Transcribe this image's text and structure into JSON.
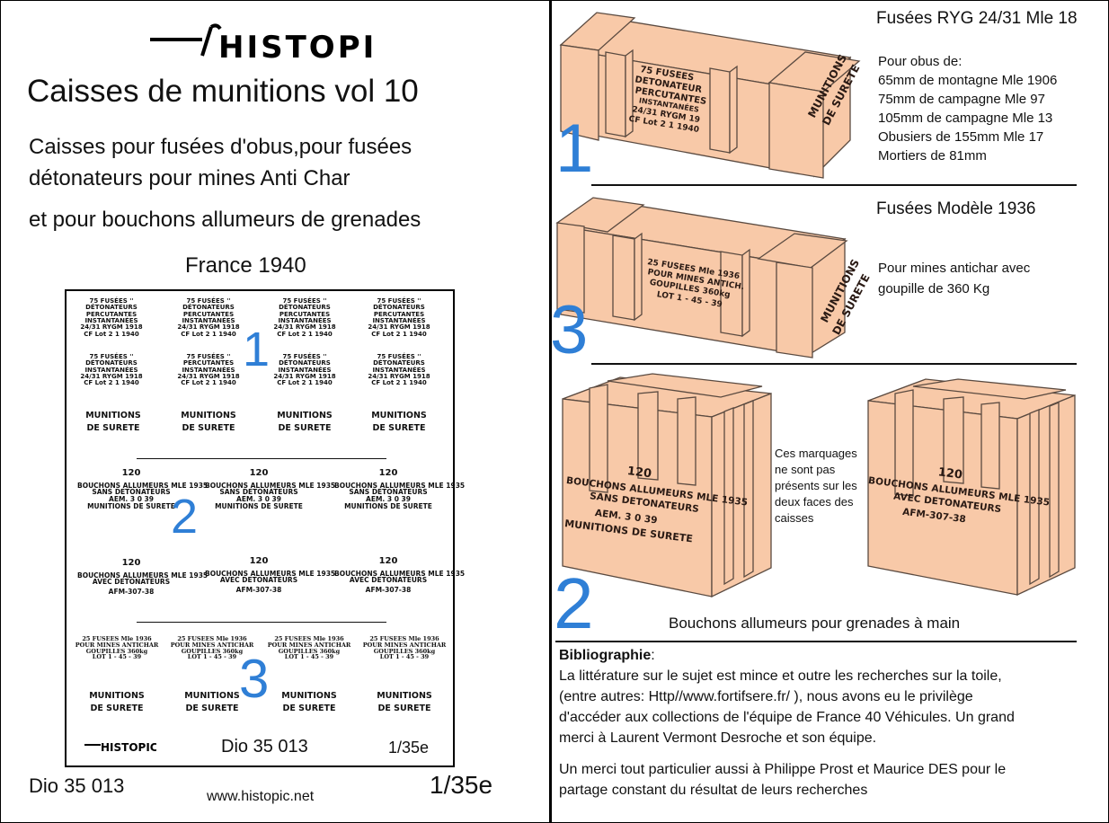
{
  "brand": {
    "logo_text": "HISTOPIC"
  },
  "left": {
    "title": "Caisses de munitions vol 10",
    "subtitle_lines": [
      "Caisses pour fusées d'obus,pour fusées",
      "détonateurs pour mines Anti Char",
      "et  pour bouchons allumeurs de grenades"
    ],
    "country_year": "France  1940",
    "footer_ref": "Dio 35 013",
    "footer_url": "www.histopic.net",
    "footer_scale": "1/35e"
  },
  "decal_sheet": {
    "group1_label": "1",
    "group2_label": "2",
    "group3_label": "3",
    "fusee_lines": [
      "75 FUSÉES ''",
      "DÉTONATEURS",
      "PERCUTANTES",
      "INSTANTANÉES",
      "24/31 RYGM 1918",
      "CF Lot  2 1     1940"
    ],
    "surete_lines": [
      "MUNITIONS",
      "DE SURETE"
    ],
    "bouchon_sans_lines": [
      "120",
      "BOUCHONS ALLUMEURS MLE 1935",
      "SANS DETONATEURS",
      "AEM. 3 0    39",
      "MUNITIONS DE SURETE"
    ],
    "bouchon_avec_lines": [
      "120",
      "BOUCHONS ALLUMEURS MLE 1935",
      "AVEC DETONATEURS",
      "AFM-307-38"
    ],
    "mine_lines": [
      "25 FUSEES Mle 1936",
      "POUR MINES ANTICHAR",
      "GOUPILLES 360kg",
      "LOT  1 - 45 - 39"
    ],
    "sheet_ref": "Dio 35 013",
    "sheet_scale": "1/35e"
  },
  "right": {
    "section1": {
      "number": "1",
      "title": "Fusées RYG 24/31 Mle 18",
      "lines": [
        "Pour obus de:",
        "65mm de montagne Mle 1906",
        "75mm de campagne Mle 97",
        "105mm de campagne Mle 13",
        "Obusiers de 155mm Mle 17",
        "Mortiers de 81mm"
      ],
      "crate_front": [
        "75 FUSEES",
        "DETONATEUR",
        "PERCUTANTES",
        "INSTANTANÉES",
        "24/31 RYGM 19",
        "CF Lot  2 1      1940"
      ],
      "crate_side": [
        "MUNITIONS",
        "DE SURETE"
      ]
    },
    "section3": {
      "number": "3",
      "title": "Fusées Modèle 1936",
      "lines": [
        "Pour mines antichar avec",
        "goupille de 360 Kg"
      ],
      "crate_front": [
        "25 FUSEES Mle 1936",
        "POUR MINES ANTICH.",
        "GOUPILLES 360kg",
        "LOT  1 - 45 - 39"
      ],
      "crate_side": [
        "MUNITIONS",
        "DE SURETE"
      ]
    },
    "section2": {
      "number": "2",
      "note_lines": [
        "Ces marquages",
        "ne sont pas",
        "présents sur les",
        "deux faces des",
        "caisses"
      ],
      "caption": "Bouchons allumeurs pour grenades à main",
      "crate_a": [
        "120",
        "BOUCHONS ALLUMEURS MLE 1935",
        "SANS DETONATEURS",
        "AEM. 3 0     39",
        "MUNITIONS DE SURETE"
      ],
      "crate_b": [
        "120",
        "BOUCHONS ALLUMEURS MLE 1935",
        "AVEC DETONATEURS",
        "AFM-307-38"
      ]
    },
    "bibliography": {
      "heading": "Bibliographie",
      "heading_suffix": ":",
      "lines": [
        "La littérature sur le sujet est mince et outre les recherches sur la toile,",
        "(entre autres: Http//www.fortifsere.fr/ ), nous avons eu le privilège",
        "d'accéder aux collections de l'équipe de France 40 Véhicules. Un grand",
        "merci à Laurent Vermont Desroche et son équipe.",
        "",
        "Un merci tout particulier aussi à Philippe Prost et Maurice DES pour le",
        "partage constant du résultat de leurs recherches"
      ]
    }
  },
  "colors": {
    "crate_fill": "#f8c9a8",
    "crate_stroke": "#5a4a40",
    "number_blue": "#2f7fd6"
  }
}
